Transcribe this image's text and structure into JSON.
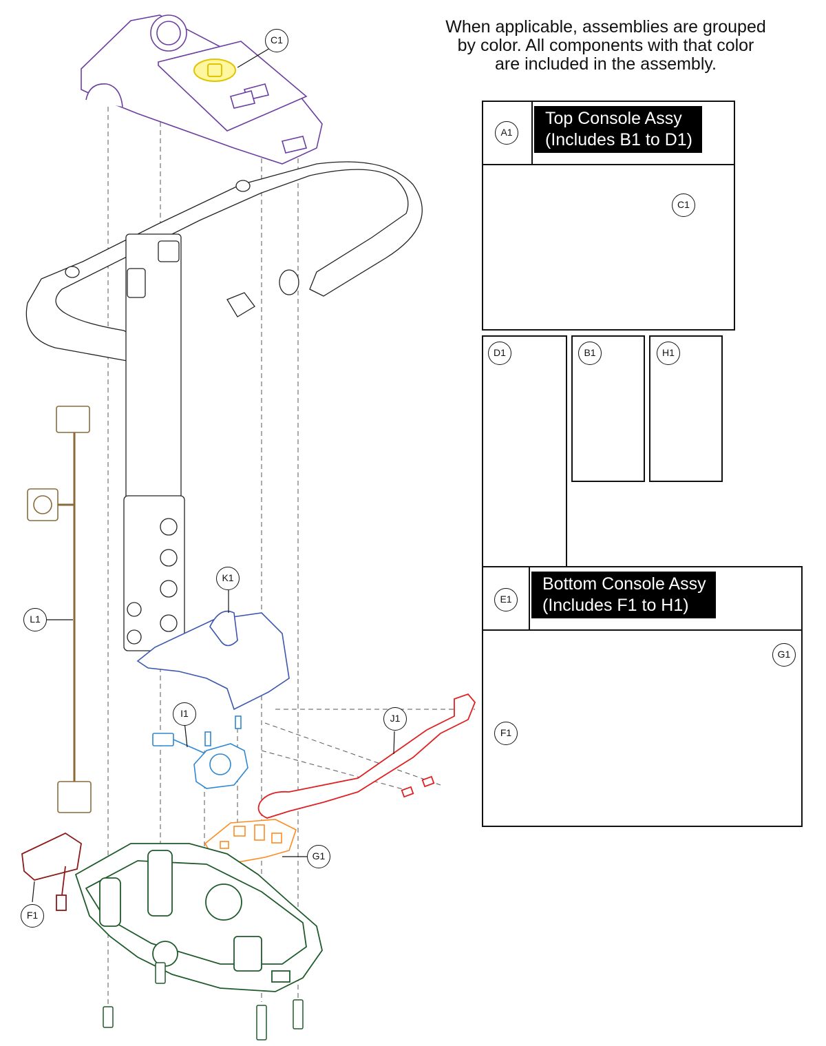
{
  "note": {
    "lines": [
      "When applicable, assemblies are grouped",
      "by color. All components with that color",
      "are included in the assembly."
    ]
  },
  "boxes": {
    "top_console": {
      "label": "A1",
      "title_line1": "Top Console Assy",
      "title_line2": "(Includes B1 to D1)"
    },
    "bottom_console": {
      "label": "E1",
      "title_line1": "Bottom Console Assy",
      "title_line2": "(Includes F1 to H1)"
    },
    "d1": {
      "label": "D1"
    },
    "b1": {
      "label": "B1"
    },
    "h1": {
      "label": "H1"
    }
  },
  "callouts": {
    "c1_main": "C1",
    "c1_inset": "C1",
    "g1_inset": "G1",
    "f1_inset": "F1",
    "k1": "K1",
    "l1": "L1",
    "i1": "I1",
    "j1": "J1",
    "g1_main": "G1",
    "f1_main": "F1"
  },
  "colors": {
    "top_console": "#6a3ea1",
    "dial": "#2c3aa0",
    "key_switch": "#e2c300",
    "potentiometer": "#e040a0",
    "h1_switch": "#38b048",
    "bottom_console": "#1e5a2a",
    "lever": "#e02020",
    "board": "#ff8a20",
    "bracket": "#3a56b0",
    "sensor": "#2f86d0",
    "harness": "#8a6a3a",
    "light": "#8b1a1a",
    "line": "#444444"
  }
}
